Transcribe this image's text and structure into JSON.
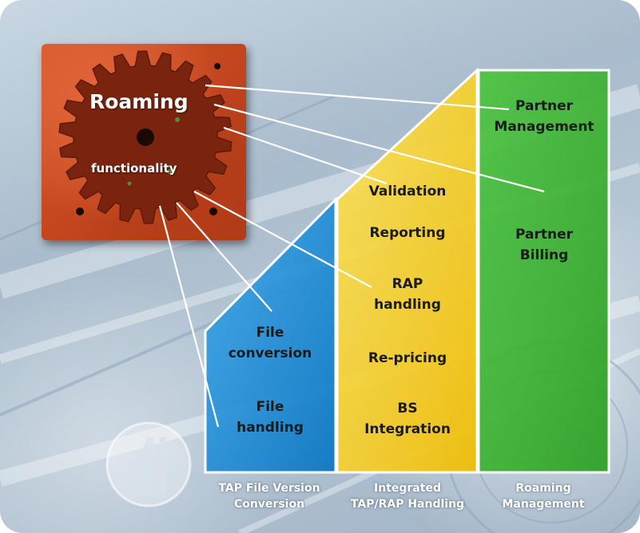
{
  "plate": {
    "title": "Roaming",
    "subtitle": "functionality"
  },
  "columns": [
    {
      "id": "tap",
      "color": "#1a8ad4",
      "items": [
        [
          "File",
          "conversion"
        ],
        [
          "File",
          "handling"
        ]
      ],
      "caption": [
        "TAP File Version",
        "Conversion"
      ]
    },
    {
      "id": "integrated",
      "color": "#f2c714",
      "items": [
        [
          "Validation"
        ],
        [
          "Reporting"
        ],
        [
          "RAP",
          "handling"
        ],
        [
          "Re-pricing"
        ],
        [
          "BS",
          "Integration"
        ]
      ],
      "caption": [
        "Integrated",
        "TAP/RAP Handling"
      ]
    },
    {
      "id": "roaming",
      "color": "#3db533",
      "items": [
        [
          "Partner",
          "Management"
        ],
        [
          "Partner",
          "Billing"
        ]
      ],
      "caption": [
        "Roaming",
        "Management"
      ]
    }
  ],
  "icons": {
    "gear": "gear-icon",
    "logo": "logo-icon"
  }
}
